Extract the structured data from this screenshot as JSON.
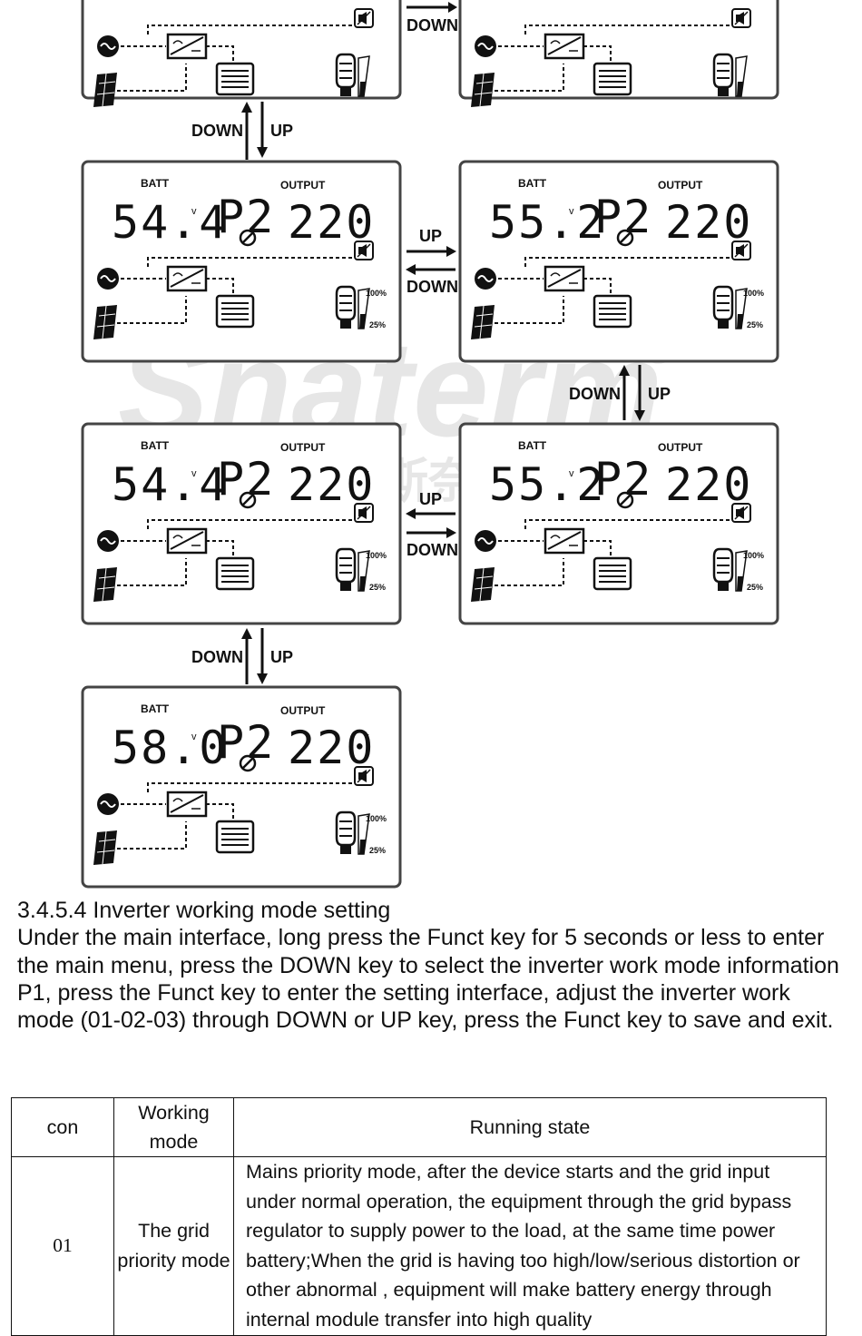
{
  "arrows": {
    "up": "UP",
    "down": "DOWN"
  },
  "lcd": {
    "batt_label": "BATT",
    "output_label": "OUTPUT",
    "mode_code": "P2",
    "volt_unit": "v",
    "pct_high": "100%",
    "pct_low": "25%"
  },
  "screens": [
    {
      "batt": "",
      "output": ""
    },
    {
      "batt": "",
      "output": ""
    },
    {
      "batt": "54.4",
      "output": "220"
    },
    {
      "batt": "55.2",
      "output": "220"
    },
    {
      "batt": "54.4",
      "output": "220"
    },
    {
      "batt": "55.2",
      "output": "220"
    },
    {
      "batt": "58.0",
      "output": "220"
    }
  ],
  "watermark": {
    "brand": "Snaterm",
    "mark": "®",
    "cn": "斯奈特能源"
  },
  "section": {
    "heading": "3.4.5.4 Inverter working mode setting",
    "body": "Under the main interface, long press the Funct key for 5 seconds or less to enter the main menu, press the DOWN key to select the inverter work mode information P1, press the Funct key to enter the setting interface, adjust the inverter work mode (01-02-03) through DOWN or UP key, press the Funct key to save and exit."
  },
  "table": {
    "headers": {
      "con": "con",
      "working_mode": "Working mode",
      "running_state": "Running state"
    },
    "rows": [
      {
        "con": "01",
        "mode": "The grid priority mode",
        "state": "Mains priority mode, after the device starts and the grid input under normal operation, the equipment through the grid bypass regulator to supply power to the load, at the same time power battery;When the grid is having too high/low/serious distortion or other abnormal , equipment will make battery energy through internal module transfer into high quality"
      }
    ]
  }
}
